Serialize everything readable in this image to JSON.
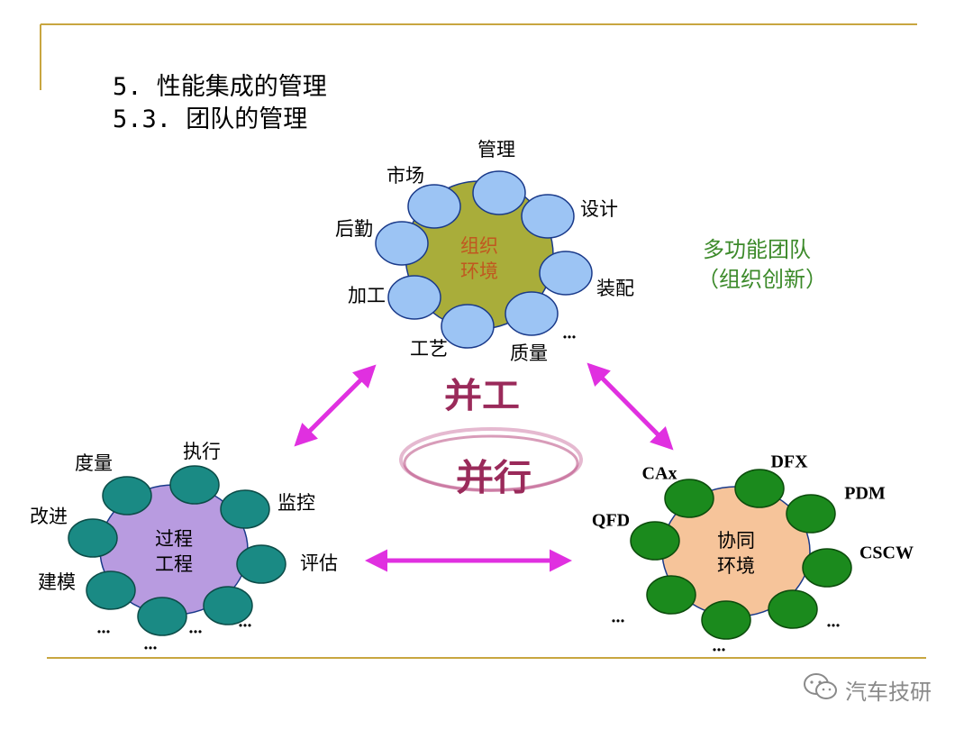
{
  "slide": {
    "heading1": "5. 性能集成的管理",
    "heading2": "5.3.  团队的管理",
    "watermark": "汽车技研"
  },
  "colors": {
    "frame_line": "#c8a640",
    "arrow": "#e030e0",
    "top_cluster_center": "#a9ad3a",
    "top_cluster_node": "#9cc4f4",
    "left_cluster_center": "#b89be0",
    "left_cluster_node": "#1a8a84",
    "right_cluster_center": "#f6c49a",
    "right_cluster_node": "#1b8a1d",
    "note_text": "#3c8a2a",
    "center_text_top": "#c05820"
  },
  "top_cluster": {
    "center_label_line1": "组织",
    "center_label_line2": "环境",
    "labels": [
      "管理",
      "市场",
      "设计",
      "后勤",
      "装配",
      "加工",
      "工艺",
      "质量",
      "..."
    ]
  },
  "left_cluster": {
    "center_label_line1": "过程",
    "center_label_line2": "工程",
    "labels": [
      "执行",
      "度量",
      "监控",
      "改进",
      "评估",
      "建模",
      "...",
      "...",
      "...",
      "..."
    ]
  },
  "right_cluster": {
    "center_label_line1": "协同",
    "center_label_line2": "环境",
    "labels": [
      "DFX",
      "CAx",
      "PDM",
      "QFD",
      "CSCW",
      "...",
      "...",
      "..."
    ]
  },
  "side_note": {
    "line1": "多功能团队",
    "line2": "（组织创新）"
  },
  "center_motif": {
    "text_top": "并工",
    "text_bottom": "并行"
  }
}
